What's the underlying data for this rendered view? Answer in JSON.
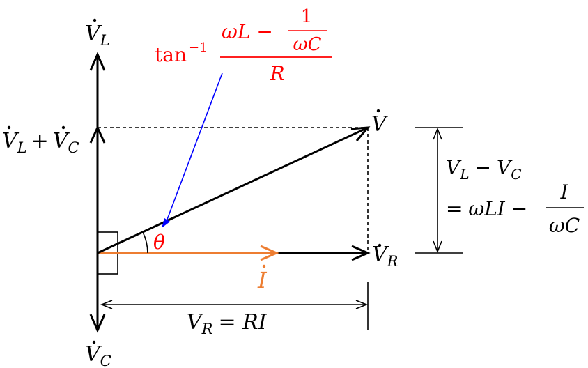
{
  "labels": {
    "vl": "V",
    "vl_sub": "L",
    "vc": "V",
    "vc_sub": "C",
    "vlvc_v1": "V",
    "vlvc_s1": "L",
    "vlvc_plus": "+",
    "vlvc_v2": "V",
    "vlvc_s2": "C",
    "v": "V",
    "vr": "V",
    "vr_sub": "R",
    "i": "I",
    "theta": "θ"
  },
  "tan_formula": {
    "func": "tan",
    "exp": "−1",
    "num_left": "ωL −",
    "inner_num": "1",
    "inner_den": "ωC",
    "den": "R"
  },
  "vl_minus_vc": {
    "v1": "V",
    "s1": "L",
    "minus": "−",
    "v2": "V",
    "s2": "C",
    "eq_left": "= ωLI −",
    "frac_num": "I",
    "frac_den": "ωC"
  },
  "vr_eq": {
    "v": "V",
    "s": "R",
    "rest": "= RI"
  },
  "colors": {
    "vector": "#000000",
    "current": "#ed7d31",
    "formula": "#ff0000",
    "pointer": "#0000ff"
  }
}
